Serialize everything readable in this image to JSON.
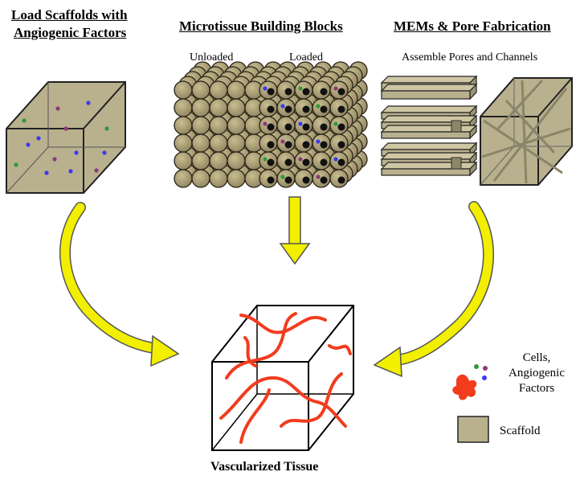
{
  "headers": {
    "load_scaffolds_line1": "Load Scaffolds with",
    "load_scaffolds_line2": "Angiogenic Factors",
    "microtissue": "Microtissue Building Blocks",
    "mems": "MEMs & Pore Fabrication"
  },
  "sublabels": {
    "unloaded": "Unloaded",
    "loaded": "Loaded",
    "assemble": "Assemble Pores and Channels"
  },
  "result_label": "Vascularized Tissue",
  "legend": {
    "cells_line1": "Cells,",
    "cells_line2": "Angiogenic",
    "cells_line3": "Factors",
    "scaffold": "Scaffold"
  },
  "colors": {
    "scaffold": "#b9b08e",
    "sphere": "#a89c72",
    "arrow": "#f2ef00",
    "vessel": "#f23c1e",
    "dot_green": "#2f9a3a",
    "dot_purple": "#8a3a7a",
    "dot_blue": "#3a3aee"
  }
}
